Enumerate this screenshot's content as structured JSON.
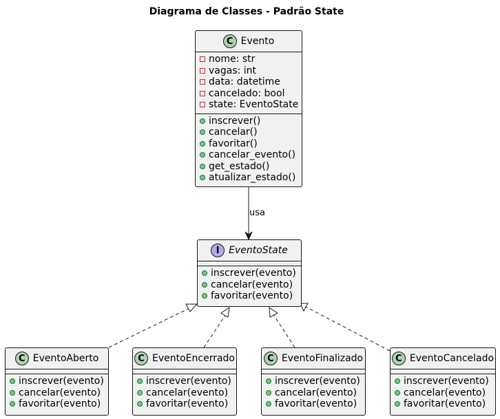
{
  "title": "Diagrama de Classes - Padrão State",
  "association_label": "usa",
  "evento": {
    "name": "Evento",
    "stereotype_glyph": "C",
    "attributes": [
      "nome: str",
      "vagas: int",
      "data: datetime",
      "cancelado: bool",
      "state: EventoState"
    ],
    "methods": [
      "inscrever()",
      "cancelar()",
      "favoritar()",
      "cancelar_evento()",
      "get_estado()",
      "atualizar_estado()"
    ]
  },
  "interface": {
    "name": "EventoState",
    "stereotype_glyph": "I",
    "methods": [
      "inscrever(evento)",
      "cancelar(evento)",
      "favoritar(evento)"
    ]
  },
  "states": [
    {
      "name": "EventoAberto",
      "stereotype_glyph": "C",
      "methods": [
        "inscrever(evento)",
        "cancelar(evento)",
        "favoritar(evento)"
      ]
    },
    {
      "name": "EventoEncerrado",
      "stereotype_glyph": "C",
      "methods": [
        "inscrever(evento)",
        "cancelar(evento)",
        "favoritar(evento)"
      ]
    },
    {
      "name": "EventoFinalizado",
      "stereotype_glyph": "C",
      "methods": [
        "inscrever(evento)",
        "cancelar(evento)",
        "favoritar(evento)"
      ]
    },
    {
      "name": "EventoCancelado",
      "stereotype_glyph": "C",
      "methods": [
        "inscrever(evento)",
        "cancelar(evento)",
        "favoritar(evento)"
      ]
    }
  ]
}
